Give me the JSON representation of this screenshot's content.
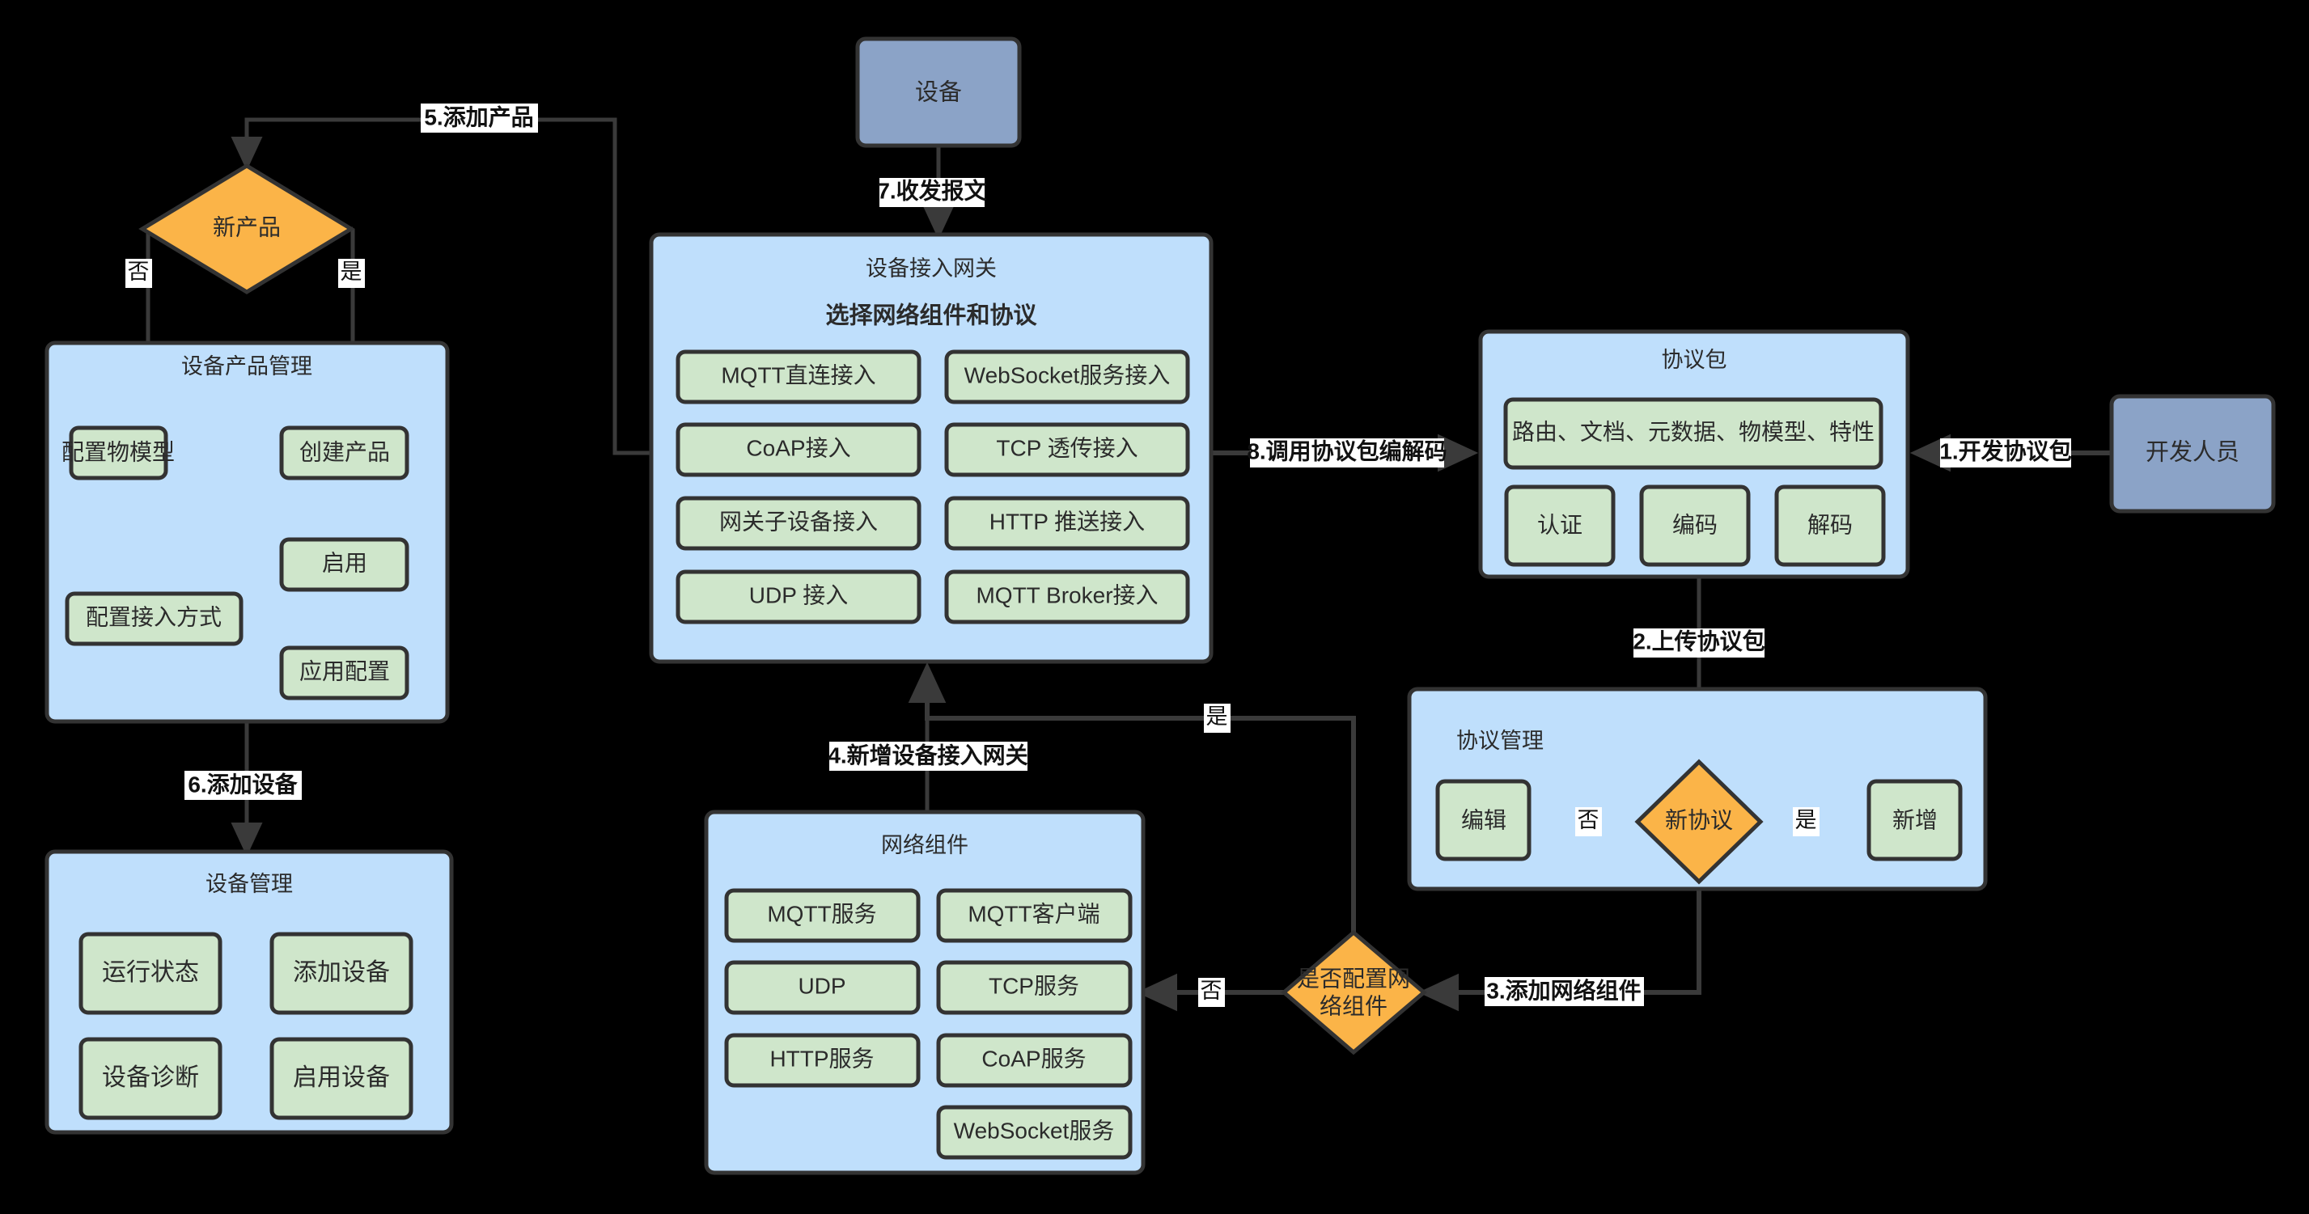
{
  "diagram": {
    "title_present": false,
    "colors": {
      "group_fill": "#bfdffc",
      "leaf_fill": "#cfe6cb",
      "actor_fill": "#8ba3c7",
      "decision_fill": "#fbb448",
      "stroke": "#333333",
      "background": "#000000",
      "label_bg": "#ffffff"
    },
    "actors": {
      "device": "设备",
      "developer": "开发人员"
    },
    "decisions": {
      "new_product": "新产品",
      "new_protocol": "新协议",
      "configure_network_component_l1": "是否配置网",
      "configure_network_component_l2": "络组件"
    },
    "groups": {
      "device_product_mgmt": {
        "title": "设备产品管理",
        "nodes": [
          "配置物模型",
          "创建产品",
          "启用",
          "应用配置",
          "配置接入方式"
        ]
      },
      "device_mgmt": {
        "title": "设备管理",
        "nodes": [
          "运行状态",
          "添加设备",
          "设备诊断",
          "启用设备"
        ]
      },
      "access_gateway": {
        "title": "设备接入网关",
        "subtitle": "选择网络组件和协议",
        "nodes": [
          "MQTT直连接入",
          "WebSocket服务接入",
          "CoAP接入",
          "TCP 透传接入",
          "网关子设备接入",
          "HTTP 推送接入",
          "UDP 接入",
          "MQTT Broker接入"
        ]
      },
      "network_components": {
        "title": "网络组件",
        "nodes": [
          "MQTT服务",
          "MQTT客户端",
          "UDP",
          "TCP服务",
          "HTTP服务",
          "CoAP服务",
          "WebSocket服务"
        ]
      },
      "protocol_package": {
        "title": "协议包",
        "nodes": [
          "路由、文档、元数据、物模型、特性",
          "认证",
          "编码",
          "解码"
        ]
      },
      "protocol_mgmt": {
        "title": "协议管理",
        "nodes": [
          "编辑",
          "新增"
        ]
      }
    },
    "edge_labels": {
      "step1": "1.开发协议包",
      "step2": "2.上传协议包",
      "step3": "3.添加网络组件",
      "step4": "4.新增设备接入网关",
      "step5": "5.添加产品",
      "step6": "6.添加设备",
      "step7": "7.收发报文",
      "step8": "8.调用协议包编解码",
      "yes_a": "是",
      "no_a": "否",
      "yes_b": "是",
      "no_b": "否",
      "yes_c": "是",
      "no_c": "否"
    }
  }
}
